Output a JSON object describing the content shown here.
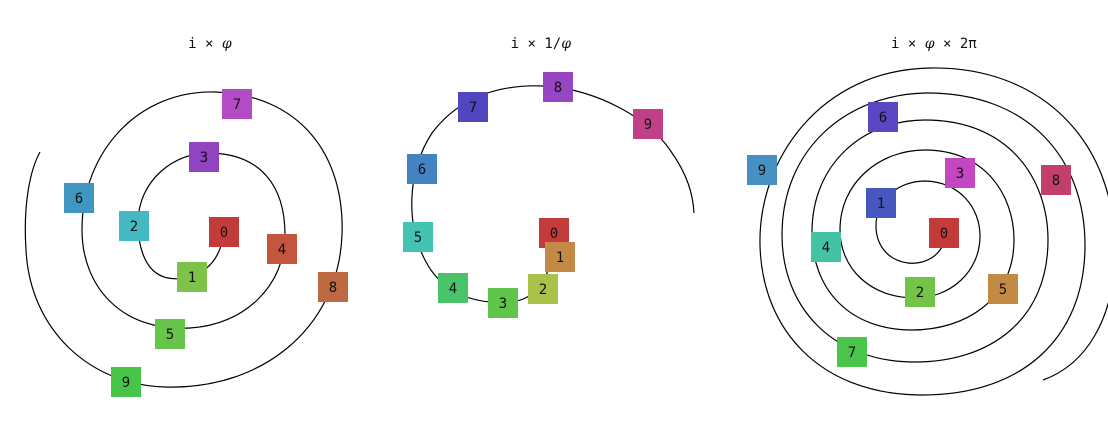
{
  "panels": [
    {
      "title_prefix": "i × ",
      "title_symbol": "φ",
      "title_suffix": "",
      "rotation_per_index": "φ",
      "markers": [
        {
          "label": "0",
          "color": "#c33b3b"
        },
        {
          "label": "1",
          "color": "#7ec24a"
        },
        {
          "label": "2",
          "color": "#44b9c3"
        },
        {
          "label": "3",
          "color": "#9144c0"
        },
        {
          "label": "4",
          "color": "#c4553e"
        },
        {
          "label": "5",
          "color": "#66c54a"
        },
        {
          "label": "6",
          "color": "#3f97c0"
        },
        {
          "label": "7",
          "color": "#b44ac6"
        },
        {
          "label": "8",
          "color": "#bd6a42"
        },
        {
          "label": "9",
          "color": "#48c448"
        }
      ]
    },
    {
      "title_prefix": "i × 1/",
      "title_symbol": "φ",
      "title_suffix": "",
      "rotation_per_index": "1/φ",
      "markers": [
        {
          "label": "0",
          "color": "#c33b3b"
        },
        {
          "label": "1",
          "color": "#c38a45"
        },
        {
          "label": "2",
          "color": "#a9c24a"
        },
        {
          "label": "3",
          "color": "#5fc44a"
        },
        {
          "label": "4",
          "color": "#4ac46a"
        },
        {
          "label": "5",
          "color": "#44c3b3"
        },
        {
          "label": "6",
          "color": "#4582c2"
        },
        {
          "label": "7",
          "color": "#5146c0"
        },
        {
          "label": "8",
          "color": "#9646c2"
        },
        {
          "label": "9",
          "color": "#c03f86"
        }
      ]
    },
    {
      "title_prefix": "i × ",
      "title_symbol": "φ",
      "title_suffix": " × 2π",
      "rotation_per_index": "φ × 2π",
      "markers": [
        {
          "label": "0",
          "color": "#c33b3b"
        },
        {
          "label": "1",
          "color": "#4657c0"
        },
        {
          "label": "2",
          "color": "#74c44a"
        },
        {
          "label": "3",
          "color": "#c446c0"
        },
        {
          "label": "4",
          "color": "#44c3a4"
        },
        {
          "label": "5",
          "color": "#c38a45"
        },
        {
          "label": "6",
          "color": "#5a46c0"
        },
        {
          "label": "7",
          "color": "#4ac44a"
        },
        {
          "label": "8",
          "color": "#c33f6a"
        },
        {
          "label": "9",
          "color": "#4592c2"
        }
      ]
    }
  ]
}
